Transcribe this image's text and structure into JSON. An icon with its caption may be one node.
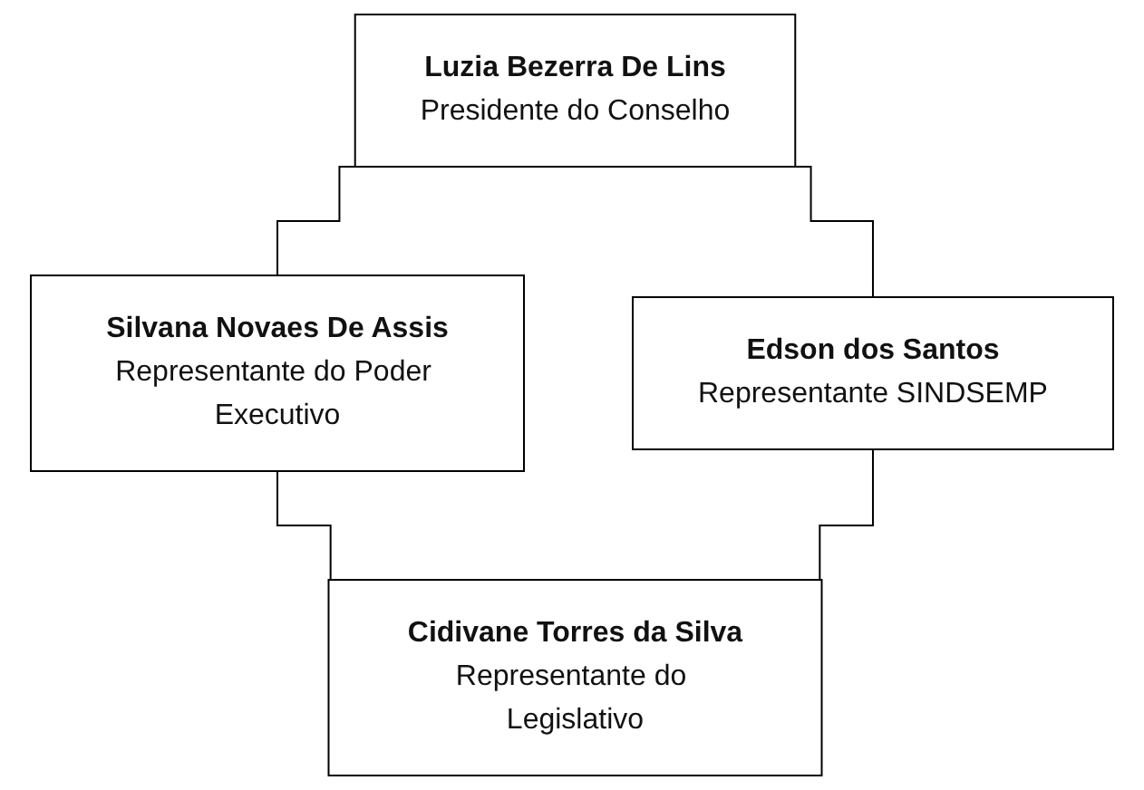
{
  "diagram": {
    "nodes": [
      {
        "text": [
          "Luzia Bezerra De Lins",
          "Presidente do Conselho"
        ]
      },
      {
        "text": [
          "Silvana Novaes De Assis",
          "Representante do Poder Executivo"
        ]
      },
      {
        "text": [
          "Edson dos Santos",
          "Representante SINDSEMP"
        ]
      },
      {
        "text": [
          "Cidivane Torres da Silva",
          "Representante do Legislativo"
        ]
      }
    ],
    "edges": [
      {
        "from": 0,
        "to": 1,
        "arrow": "none"
      },
      {
        "from": 0,
        "to": 2,
        "arrow": "none"
      },
      {
        "from": 1,
        "to": 3,
        "arrow": "none"
      },
      {
        "from": 2,
        "to": 3,
        "arrow": "none"
      }
    ]
  }
}
